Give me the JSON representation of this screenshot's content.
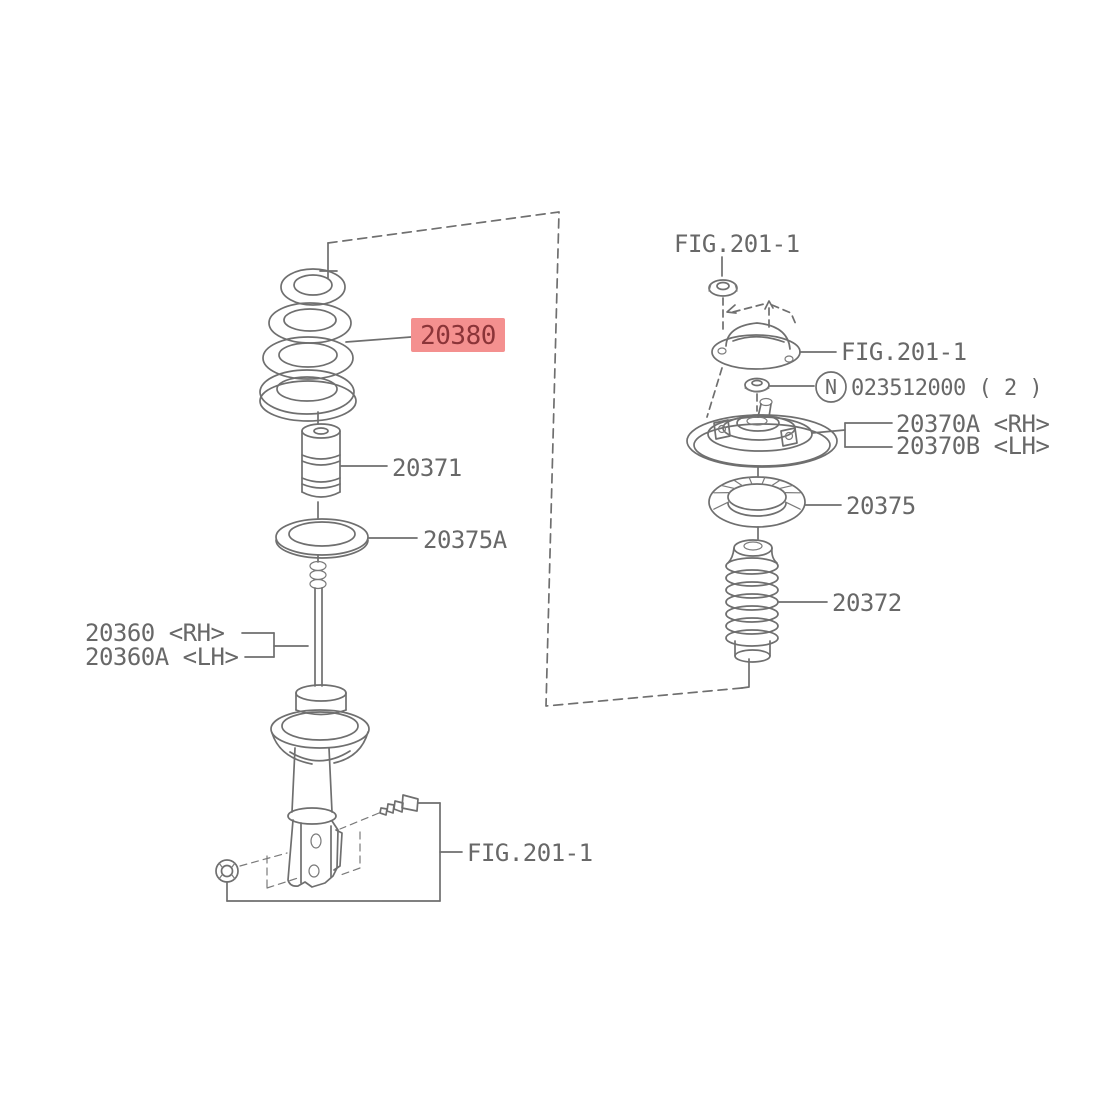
{
  "colors": {
    "line": "#6f6f6f",
    "text": "#686868",
    "highlight_fill": "#f4908f",
    "highlight_text": "#8b3438",
    "background": "#ffffff"
  },
  "parts": {
    "coil_spring": {
      "number": "20380",
      "highlighted": true
    },
    "helper_rubber": {
      "number": "20371"
    },
    "upper_spring_seat": {
      "number": "20375A"
    },
    "strut_rh": {
      "number": "20360 <RH>"
    },
    "strut_lh": {
      "number": "20360A <LH>"
    },
    "knuckle_ref": {
      "number": "FIG.201-1"
    },
    "top_nut_ref": {
      "number": "FIG.201-1"
    },
    "cap_ref": {
      "number": "FIG.201-1"
    },
    "self_locking_nut": {
      "prefix": "N",
      "number": "023512000 ( 2 )"
    },
    "strut_mount_rh": {
      "number": "20370A <RH>"
    },
    "strut_mount_lh": {
      "number": "20370B <LH>"
    },
    "rubber_seat": {
      "number": "20375"
    },
    "dust_cover": {
      "number": "20372"
    }
  }
}
